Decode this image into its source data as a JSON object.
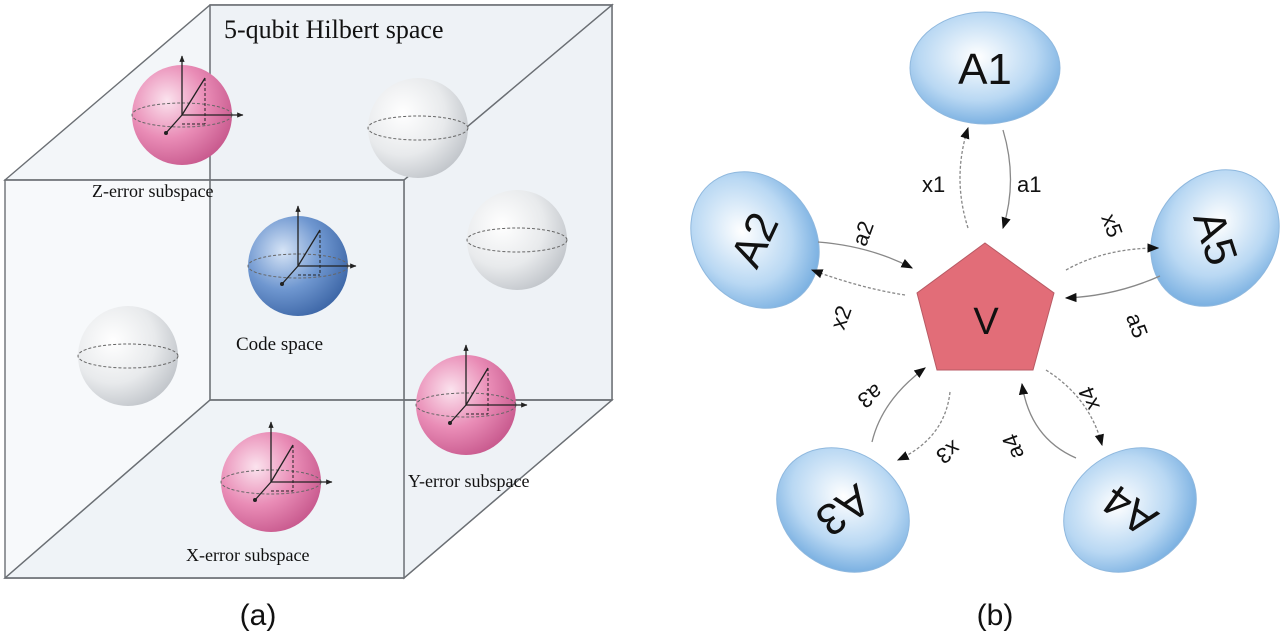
{
  "panel_a": {
    "caption": "(a)",
    "title": "5-qubit Hilbert space",
    "labels": {
      "z_error": "Z-error subspace",
      "code": "Code space",
      "y_error": "Y-error subspace",
      "x_error": "X-error subspace"
    },
    "colors": {
      "error": "#e07aa8",
      "code": "#5b86c4",
      "blank": "#e4e6e9"
    }
  },
  "panel_b": {
    "caption": "(b)",
    "center": "V",
    "nodes": [
      "A1",
      "A2",
      "A3",
      "A4",
      "A5"
    ],
    "edges": {
      "x1": "x1",
      "a1": "a1",
      "x2": "x2",
      "a2": "a2",
      "x3": "x3",
      "a3": "a3",
      "x4": "x4",
      "a4": "a4",
      "x5": "x5",
      "a5": "a5"
    },
    "colors": {
      "center": "#e26d78",
      "node": "#7fb6e6"
    }
  }
}
